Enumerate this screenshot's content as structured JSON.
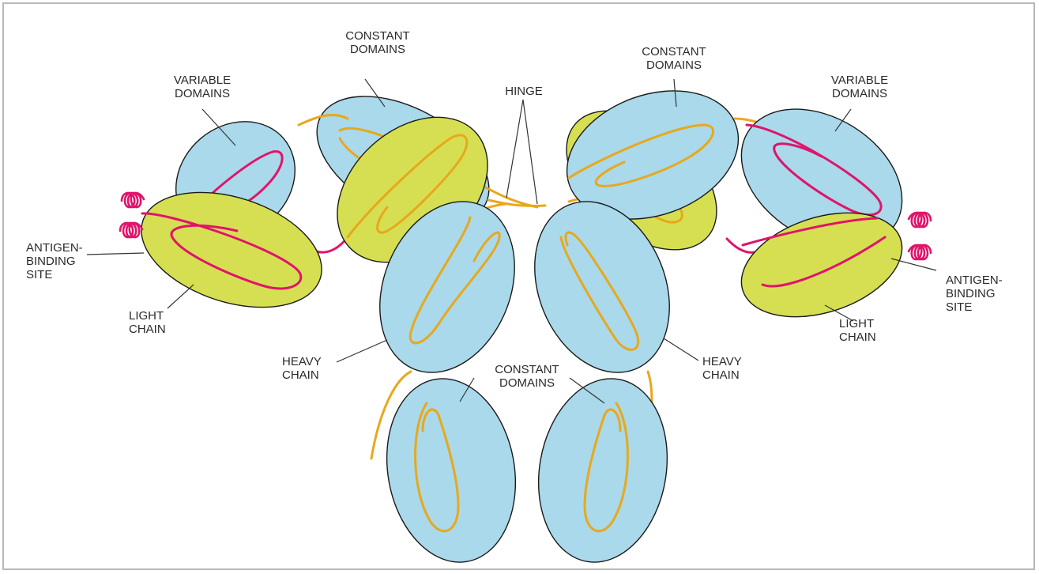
{
  "labels": {
    "variable_domains_left": [
      "VARIABLE",
      "DOMAINS"
    ],
    "constant_domains_top_left": [
      "CONSTANT",
      "DOMAINS"
    ],
    "hinge": "HINGE",
    "constant_domains_top_right": [
      "CONSTANT",
      "DOMAINS"
    ],
    "variable_domains_right": [
      "VARIABLE",
      "DOMAINS"
    ],
    "antigen_binding_site_left": [
      "ANTIGEN-",
      "BINDING",
      "SITE"
    ],
    "light_chain_left": [
      "LIGHT",
      "CHAIN"
    ],
    "heavy_chain_left": [
      "HEAVY",
      "CHAIN"
    ],
    "constant_domains_bottom": [
      "CONSTANT",
      "DOMAINS"
    ],
    "heavy_chain_right": [
      "HEAVY",
      "CHAIN"
    ],
    "light_chain_right": [
      "LIGHT",
      "CHAIN"
    ],
    "antigen_binding_site_right": [
      "ANTIGEN-",
      "BINDING",
      "SITE"
    ]
  },
  "colors": {
    "heavy_domain_fill": "#a9d9ea",
    "light_domain_fill": "#d6df52",
    "domain_outline": "#1a1a1a",
    "heavy_chain_strand": "#e8a81c",
    "light_chain_strand": "#e0146c",
    "label_text": "#2a2a2a"
  }
}
